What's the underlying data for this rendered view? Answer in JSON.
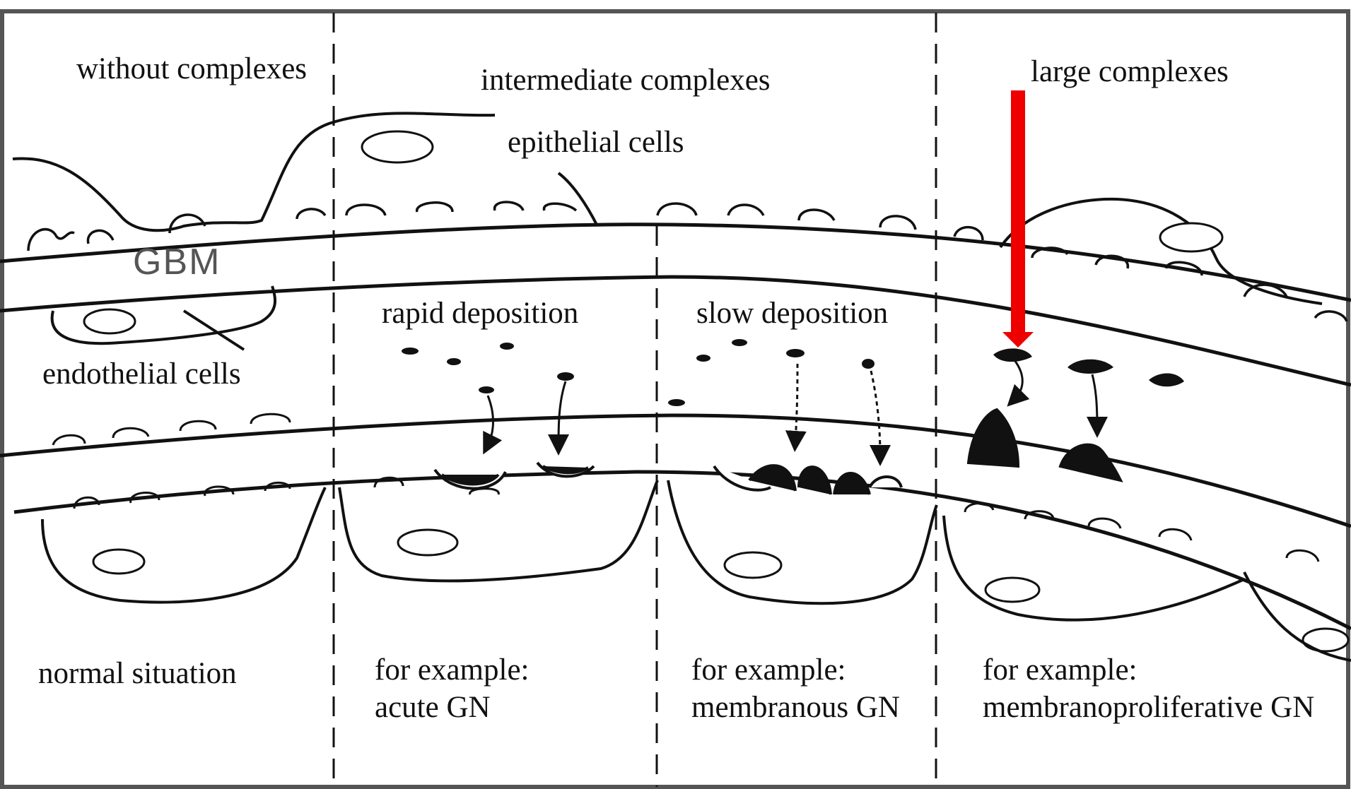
{
  "headers": {
    "without": "without complexes",
    "intermediate": "intermediate complexes",
    "large": "large complexes"
  },
  "structures": {
    "epithelial": "epithelial cells",
    "gbm": "GBM",
    "endothelial": "endothelial cells"
  },
  "processes": {
    "rapid": "rapid deposition",
    "slow": "slow deposition"
  },
  "outcomes": {
    "normal": "normal situation",
    "acute": [
      "for example:",
      "acute GN"
    ],
    "membranous": [
      "for example:",
      "membranous GN"
    ],
    "mpgn": [
      "for example:",
      "membranoproliferative GN"
    ]
  },
  "colors": {
    "line": "#111111",
    "highlight_arrow": "#ee0000",
    "border": "#555555"
  }
}
